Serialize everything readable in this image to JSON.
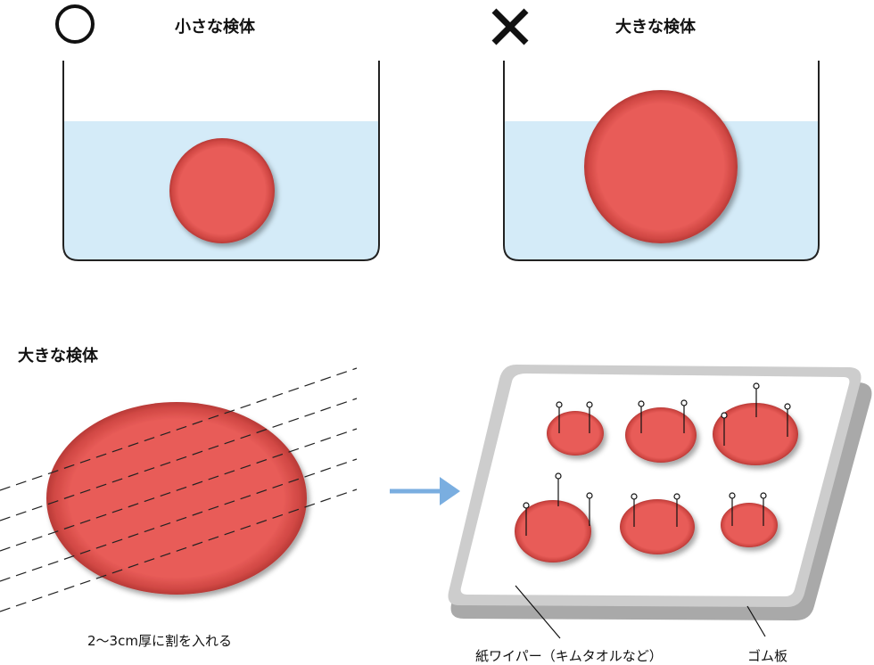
{
  "top": {
    "small": {
      "mark": "○",
      "title": "小さな検体"
    },
    "large": {
      "mark": "✕",
      "title": "大きな検体"
    }
  },
  "bottom": {
    "title": "大きな検体",
    "slice_label": "2～3cm厚に割を入れる",
    "paper_label": "紙ワイパー（キムタオルなど）",
    "rubber_label": "ゴム板"
  },
  "colors": {
    "specimen": "#e85c58",
    "water": "#d4ebf8",
    "arrow": "#7aaee0",
    "board_frame": "#c9c9c9",
    "paper": "#ffffff"
  },
  "icons": [
    "circle-ok-icon",
    "cross-ng-icon",
    "arrow-right-icon",
    "pin-icon"
  ]
}
